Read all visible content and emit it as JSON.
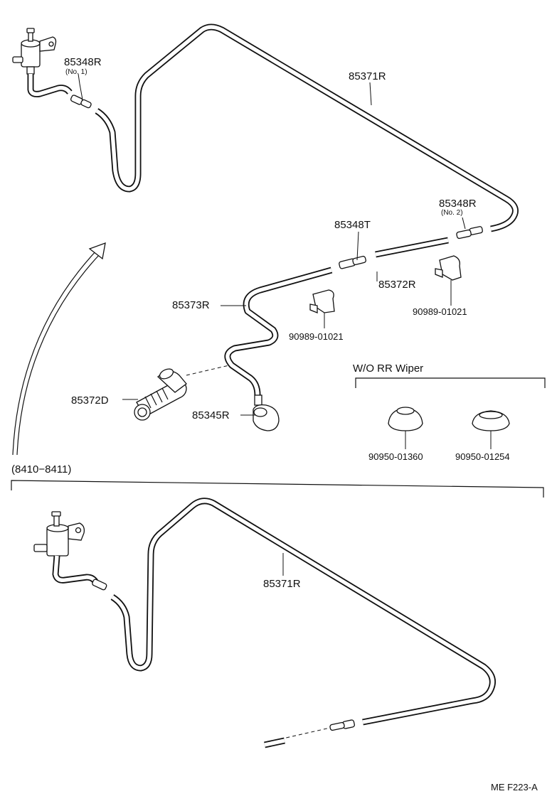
{
  "labels": {
    "hose_upper_r": "85371R",
    "hose_lower_r": "85371R",
    "joint_no1": "85348R",
    "joint_no1_sub": "(No. 1)",
    "joint_no2": "85348R",
    "joint_no2_sub": "(No. 2)",
    "joint_t": "85348T",
    "hose_short": "85372R",
    "hose_mid": "85373R",
    "clamp_left": "90989-01021",
    "clamp_right": "90989-01021",
    "grommet_hose": "85372D",
    "nozzle": "85345R",
    "wo_rr_wiper": "W/O RR Wiper",
    "plug_a": "90950-01360",
    "plug_b": "90950-01254",
    "variant_range": "(8410−8411)",
    "diagram_code": "ME F223-A"
  },
  "icons": [
    "washer-pump-icon",
    "arrow-icon",
    "clamp-icon",
    "grommet-icon",
    "nozzle-icon",
    "hole-plug-icon"
  ]
}
